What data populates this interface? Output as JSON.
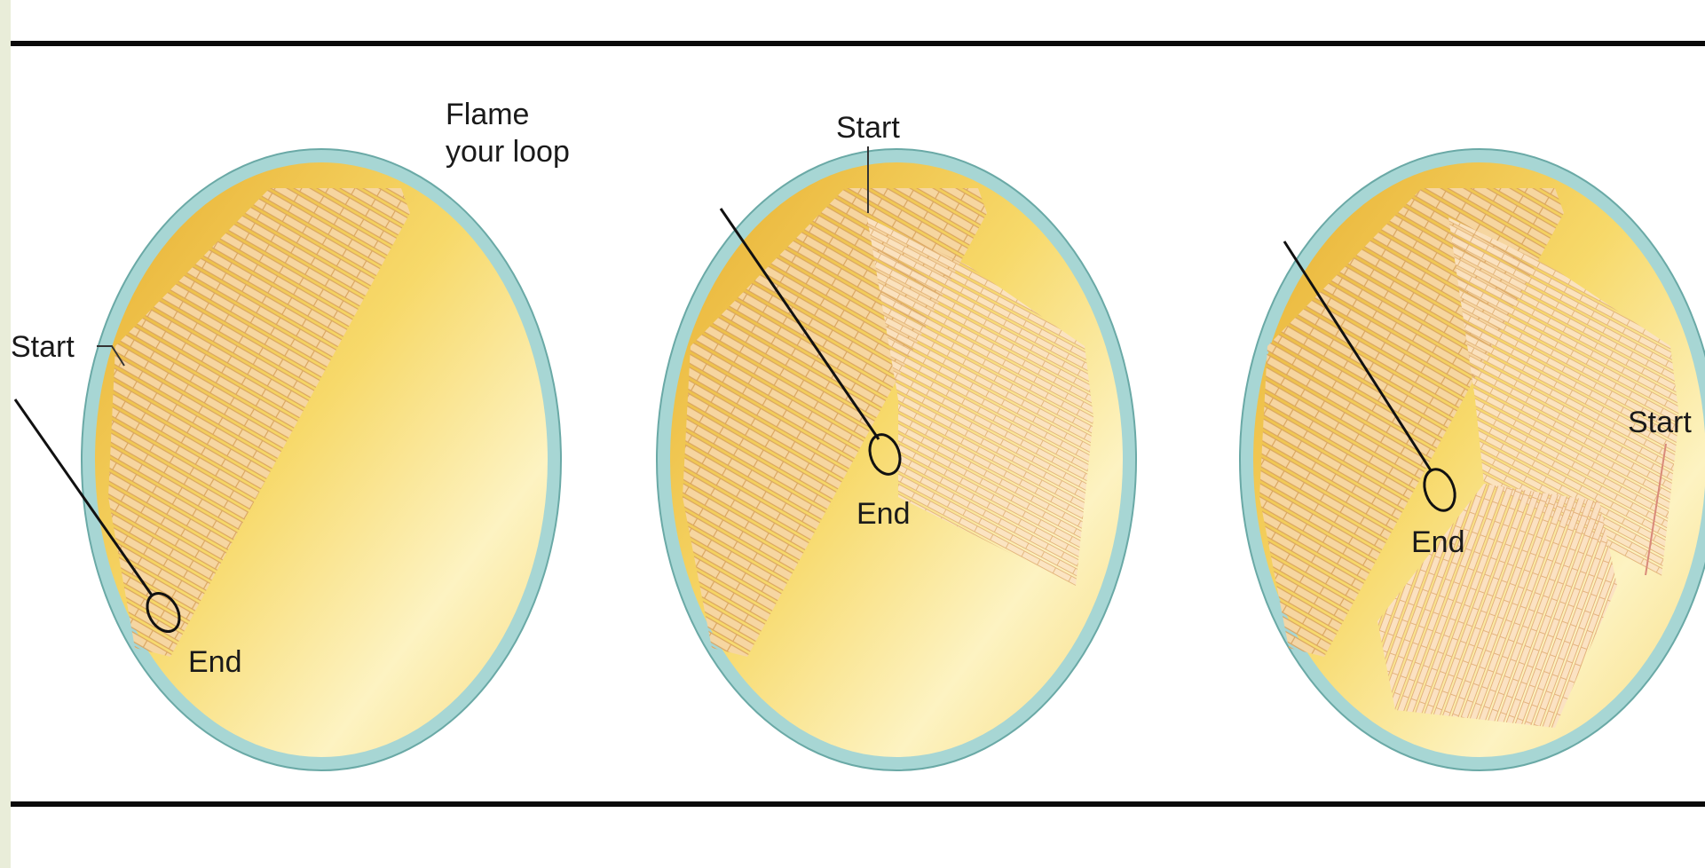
{
  "plate1": {
    "flame_line1": "Flame",
    "flame_line2": "your loop",
    "start_label": "Start",
    "end_label": "End"
  },
  "plate2": {
    "start_label": "Start",
    "end_label": "End"
  },
  "plate3": {
    "start_label": "Start",
    "end_label": "End"
  },
  "colors": {
    "plate_rim": "#a7d6d4",
    "agar_light": "#fdf7cf",
    "agar_dark": "#eab437",
    "streak": "#f2c58f"
  }
}
